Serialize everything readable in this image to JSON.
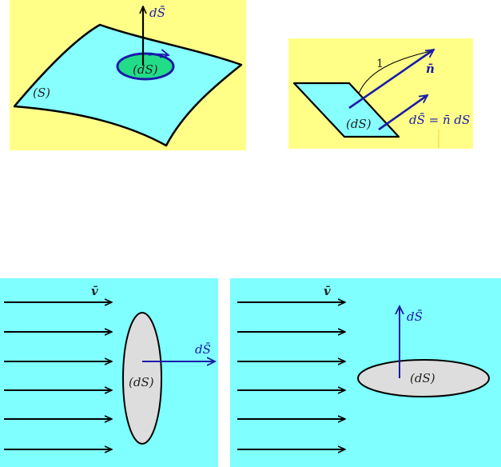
{
  "colors": {
    "yellow_bg": "#ffff88",
    "cyan_bg": "#7fffff",
    "surface_fill": "#88ffff",
    "disc_fill": "#22dd88",
    "ellipse_gray": "#dddddd",
    "vector_blue": "#1a1aa8",
    "outline": "#000000"
  },
  "panel1": {
    "surface_label": "(S)",
    "element_label": "(dS)",
    "vector_label": "dS̄"
  },
  "panel2": {
    "element_label": "(dS)",
    "unit_length_label": "1",
    "normal_label": "n̄",
    "equation_label": "dS̄ = n̄ dS"
  },
  "panel3": {
    "velocity_label": "v̄",
    "element_label": "(dS)",
    "vector_label": "dS̄"
  },
  "panel4": {
    "velocity_label": "v̄",
    "element_label": "(dS)",
    "vector_label": "dS̄"
  }
}
